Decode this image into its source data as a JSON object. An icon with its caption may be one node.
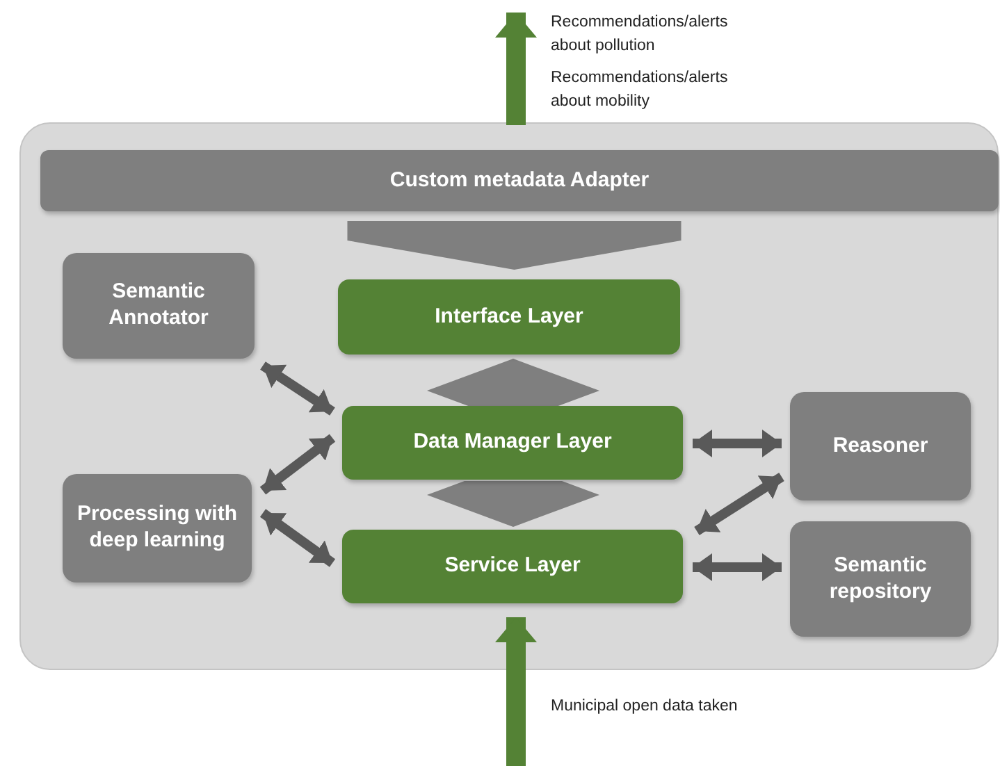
{
  "diagram": {
    "nodes": [
      {
        "text": [],
        "shape": "box"
      },
      {
        "text": [
          "Custom metadata Adapter"
        ],
        "in": 0
      },
      {
        "text": [
          "Semantic Annotator"
        ],
        "in": 0
      },
      {
        "text": [
          "Interface Layer"
        ],
        "in": 0
      },
      {
        "text": [
          "Data Manager Layer"
        ],
        "in": 0
      },
      {
        "text": [
          "Reasoner"
        ],
        "in": 0
      },
      {
        "text": [
          "Processing with deep learning"
        ],
        "in": 0
      },
      {
        "text": [
          "Service Layer"
        ],
        "in": 0
      },
      {
        "text": [
          "Semantic repository"
        ],
        "in": 0
      },
      {
        "text": [],
        "shape": "diamond",
        "in": 0
      },
      {
        "text": [],
        "shape": "diamond",
        "in": 0
      }
    ],
    "edges": [
      {
        "from": 1,
        "to": 3,
        "arrow": "to"
      },
      {
        "from": 2,
        "to": 4,
        "arrow": "both"
      },
      {
        "from": 6,
        "to": 4,
        "arrow": "both"
      },
      {
        "from": 6,
        "to": 7,
        "arrow": "both"
      },
      {
        "from": 4,
        "to": 5,
        "arrow": "both"
      },
      {
        "from": 5,
        "to": 7,
        "arrow": "both"
      },
      {
        "from": 7,
        "to": 8,
        "arrow": "both"
      },
      {
        "from": 0,
        "to": null,
        "arrow": "to",
        "style": "thick",
        "color": "#548235"
      },
      {
        "from": null,
        "to": 0,
        "arrow": "to",
        "style": "thick",
        "color": "#548235"
      }
    ],
    "labels": [
      "Recommendations/alerts about pollution",
      "Recommendations/alerts about mobility",
      "Municipal open data taken"
    ]
  }
}
